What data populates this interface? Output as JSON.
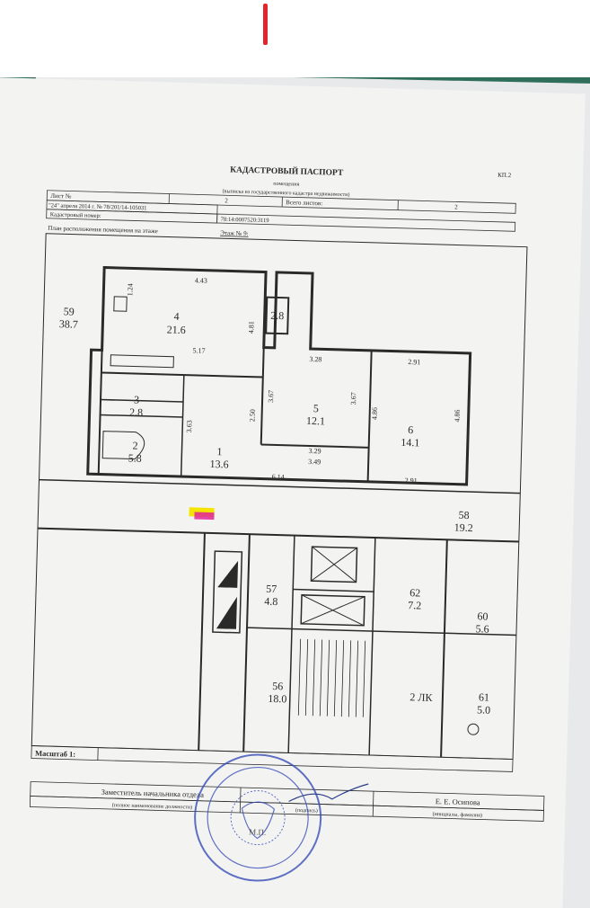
{
  "header": {
    "title": "КАДАСТРОВЫЙ ПАСПОРТ",
    "form_code": "КП.2",
    "subtitle": "помещения",
    "subtitle2": "(выписка из государственного кадастра недвижимости)"
  },
  "form": {
    "sheet_label": "Лист №",
    "sheet_value": "2",
    "total_label": "Всего листов:",
    "total_value": "2",
    "doc_date": "\"24\" апреля 2014 г. № 78/201/14-105031",
    "cadastral_label": "Кадастровый номер:",
    "cadastral_value": "78:14:0007520:3119",
    "plan_caption": "План расположения помещения на этаже",
    "floor_label": "Этаж № 9:"
  },
  "rooms": [
    {
      "id": "59",
      "area": "38.7"
    },
    {
      "id": "4",
      "area": "21.6"
    },
    {
      "id": "5",
      "area": "12.1"
    },
    {
      "id": "6",
      "area": "14.1"
    },
    {
      "id": "3",
      "area": "2.8"
    },
    {
      "id": "2",
      "area": "5.8"
    },
    {
      "id": "1",
      "area": "13.6"
    },
    {
      "id": "58",
      "area": "19.2"
    },
    {
      "id": "57",
      "area": "4.8"
    },
    {
      "id": "62",
      "area": "7.2"
    },
    {
      "id": "60",
      "area": "5.6"
    },
    {
      "id": "56",
      "area": "18.0"
    },
    {
      "id": "61",
      "area": "5.0"
    }
  ],
  "balcony": "2.8",
  "stair_label": "2 ЛК",
  "dims": {
    "d443": "4.43",
    "d124": "1.24",
    "d481": "4.81",
    "d517": "5.17",
    "d328": "3.28",
    "d291a": "2.91",
    "d367a": "3.67",
    "d367b": "3.67",
    "d486a": "4.86",
    "d486b": "4.86",
    "d363": "3.63",
    "d250": "2.50",
    "d329": "3.29",
    "d349": "3.49",
    "d614": "6.14",
    "d291b": "2.91"
  },
  "footer": {
    "scale_label": "Масштаб 1:",
    "position": "Заместитель начальника отдела",
    "signer": "Е. Е. Осипова",
    "caption_position": "(полное наименование должности)",
    "caption_signature": "(подпись)",
    "caption_name": "(инициалы, фамилия)",
    "stamp_mark": "М.П."
  },
  "colors": {
    "background_green": "#2f6e5b",
    "paper": "#f3f3f2",
    "ink": "#2a2a2a",
    "stamp_blue": "#3a4fb8",
    "highlight_yellow": "#f4e500",
    "highlight_magenta": "#e0249a",
    "top_mark_red": "#e2252b"
  }
}
